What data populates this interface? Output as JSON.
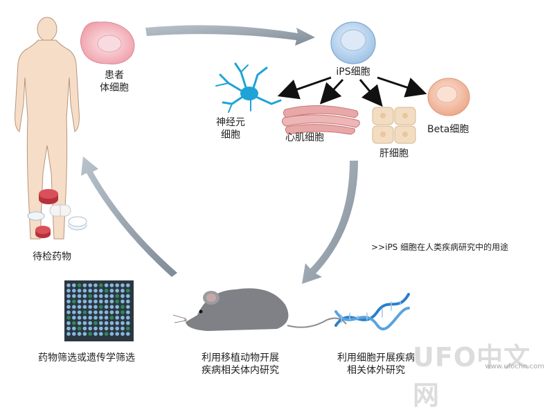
{
  "labels": {
    "patient_cells": [
      "患者",
      "体细胞"
    ],
    "ips": "iPS细胞",
    "neuron": [
      "神经元",
      "细胞"
    ],
    "cardio": "心肌细胞",
    "liver": "肝细胞",
    "beta": "Beta细胞",
    "drugs": "待检药物",
    "screening": "药物筛选或遗传学筛选",
    "in_vivo": [
      "利用移植动物开展",
      "疾病相关体内研究"
    ],
    "in_vitro": [
      "利用细胞开展疾病",
      "相关体外研究"
    ],
    "caption": ">>iPS 细胞在人类疾病研究中的用途"
  },
  "watermark": {
    "logo_text": "UFO中文网",
    "url": "www.ufochn.com"
  },
  "colors": {
    "arrow_gray": "#8e9aa6",
    "neuron_blue": "#1fa3d6",
    "ips_blue": "#bcd6ef",
    "cardio_pink": "#e9a8a8",
    "liver_tan": "#f3ddc2",
    "beta_peach": "#f6c9b5",
    "skin_cell": "#f4c8cc",
    "grid_dark": "#2b3740",
    "grid_blue": "#87b7de",
    "grid_green": "#2e8b57",
    "mouse_gray": "#7f8186",
    "dna_blue": "#2a7fc8",
    "pill_red": "#b5323b",
    "pill_white": "#f4f4f4"
  }
}
